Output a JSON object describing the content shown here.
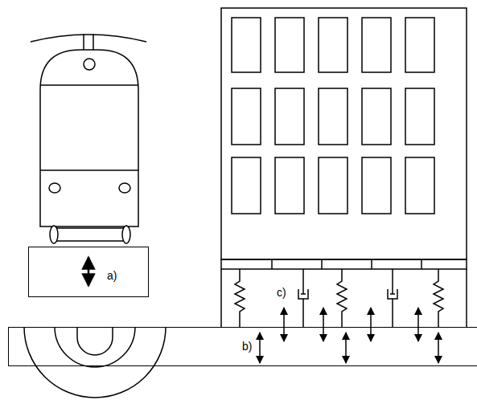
{
  "diagram": {
    "nodes": [
      {
        "text": [
          "a)"
        ]
      },
      {
        "text": [
          "b)"
        ]
      }
    ],
    "labels": [
      "c)"
    ]
  }
}
